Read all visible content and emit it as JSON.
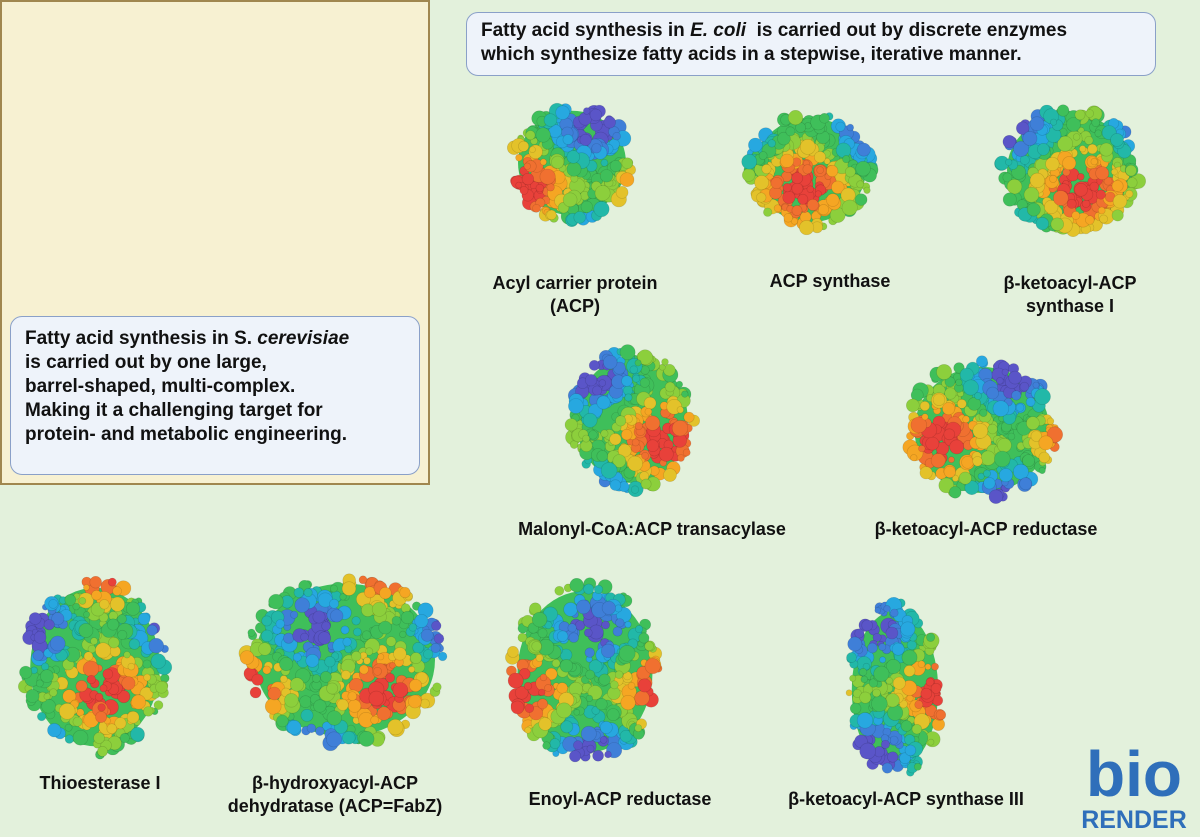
{
  "yeast_panel": {
    "line1_pre": "Fatty acid synthesis in S. ",
    "line1_italic": "cerevisiae",
    "line2": "is carried out by one large,",
    "line3": "barrel-shaped, multi-complex.",
    "line4": "Making it a challenging target for",
    "line5": "protein- and metabolic engineering."
  },
  "ecoli_panel": {
    "line1_pre": "Fatty acid synthesis in ",
    "line1_italic": "E. coli",
    "line1_post": "  is carried out by discrete enzymes",
    "line2": "which synthesize fatty acids in a stepwise, iterative manner."
  },
  "enzymes": [
    {
      "line1": "Acyl carrier protein",
      "line2": "(ACP)"
    },
    {
      "line1": "ACP synthase",
      "line2": ""
    },
    {
      "line1": "β-ketoacyl-ACP",
      "line2": "synthase I"
    },
    {
      "line1": "Malonyl-CoA:ACP transacylase",
      "line2": ""
    },
    {
      "line1": "β-ketoacyl-ACP reductase",
      "line2": ""
    },
    {
      "line1": "Thioesterase I",
      "line2": ""
    },
    {
      "line1": "β-hydroxyacyl-ACP",
      "line2": "dehydratase (ACP=FabZ)"
    },
    {
      "line1": "Enoyl-ACP reductase",
      "line2": ""
    },
    {
      "line1": "β-ketoacyl-ACP synthase III",
      "line2": ""
    }
  ],
  "logo": {
    "top": "bio",
    "bottom": "RENDER",
    "color": "#2f6fba"
  },
  "colors": {
    "background": "#e3f1dc",
    "panel": "#f7f1d2",
    "panel_border": "#a0874f",
    "textbox": "#eef3fa",
    "textbox_border": "#8aa0c8"
  }
}
